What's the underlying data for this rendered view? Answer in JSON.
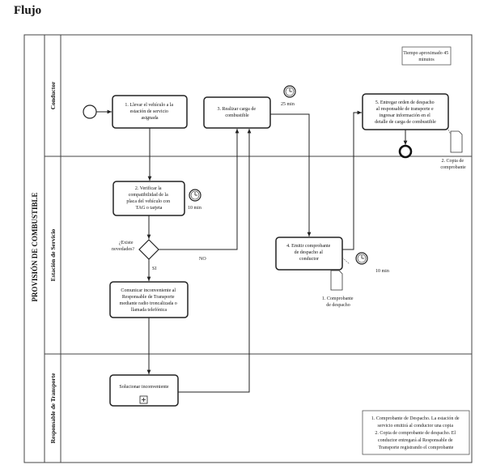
{
  "title": "Flujo",
  "pool": {
    "label": "PROVISIÓN DE COMBUSTIBLE"
  },
  "lanes": [
    {
      "label": "Conductor"
    },
    {
      "label": "Estación de Servicio"
    },
    {
      "label": "Responsable de Transporte"
    }
  ],
  "time_note": [
    "Tiempo aproximado 45",
    "minutos"
  ],
  "tasks": [
    {
      "lines": [
        "1. Llevar el vehículo a la",
        "estación de servicio",
        "asignada"
      ]
    },
    {
      "lines": [
        "3. Realizar carga de",
        "combustible"
      ]
    },
    {
      "lines": [
        "5. Entregar orden de despacho",
        "al responsable de transporte e",
        "ingresar información en el",
        "detalle de carga de combustible"
      ]
    },
    {
      "lines": [
        "2. Verificar la",
        "compatibilidad de la",
        "placa del vehículo con",
        "TAG o tarjeta"
      ]
    },
    {
      "lines": [
        "4. Emitir comprobante",
        "de despacho al",
        "conductor"
      ]
    },
    {
      "lines": [
        "Comunicar inconveniente al",
        "Responsable de Transporte",
        "mediante radio troncalizada o",
        "llamada telefónica"
      ]
    },
    {
      "lines": [
        "Solucionar inconveniente"
      ]
    }
  ],
  "gateway": {
    "question": [
      "¿Existe",
      "novedades?"
    ],
    "yes": "SI",
    "no": "NO"
  },
  "timers": [
    "25 min",
    "10 min",
    "10 min"
  ],
  "documents": [
    {
      "lines": [
        "2. Copia de",
        "comprobante"
      ]
    },
    {
      "lines": [
        "1. Comprobante",
        "de despacho"
      ]
    }
  ],
  "notes": [
    "1. Comprobante de Despacho. La estación de",
    "servicio emitirá al conductor una copia",
    "2. Copia de comprobante de despacho. El",
    "conductor entregará al Responsable de",
    "Transporte registrando el comprobante"
  ]
}
